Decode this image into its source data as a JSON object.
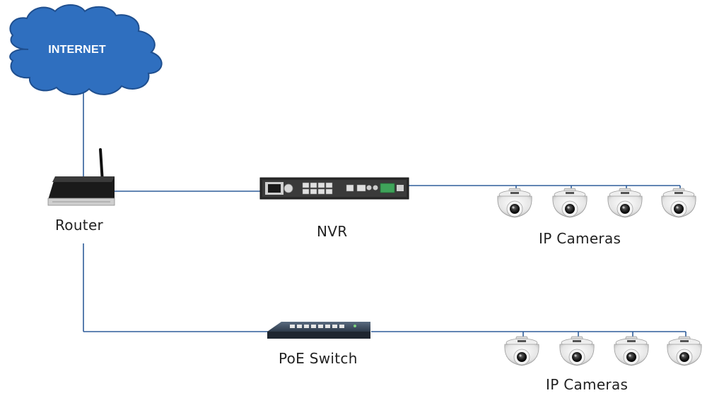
{
  "labels": {
    "internet": "INTERNET",
    "router": "Router",
    "nvr": "NVR",
    "poe_switch": "PoE Switch",
    "ip_cameras_top": "IP Cameras",
    "ip_cameras_bottom": "IP Cameras"
  },
  "colors": {
    "cloud_fill": "#2f6fbf",
    "cloud_stroke": "#1f4f8f",
    "connection_line": "#2f5d9a"
  },
  "icons": [
    "cloud-icon",
    "router-icon",
    "nvr-icon",
    "poe-switch-icon",
    "dome-camera-icon"
  ]
}
